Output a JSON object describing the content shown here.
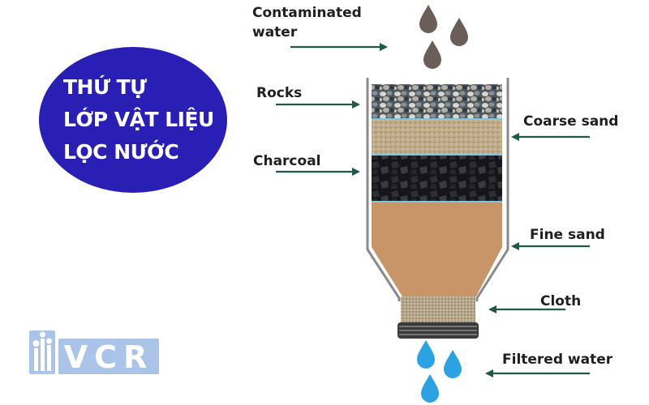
{
  "title": {
    "lines": [
      "THỨ TỰ",
      "LỚP VẬT LIỆU",
      "LỌC NƯỚC"
    ],
    "color": "#2a1fb5"
  },
  "labels": {
    "contaminated_water": [
      "Contaminated",
      "water"
    ],
    "rocks": "Rocks",
    "coarse_sand": "Coarse sand",
    "charcoal": "Charcoal",
    "fine_sand": "Fine sand",
    "cloth": "Cloth",
    "filtered_water": "Filtered water"
  },
  "logo": {
    "text": "VCR",
    "color": "#a9c4e8"
  },
  "colors": {
    "arrow": "#1f5a45",
    "contaminated_drop": "#6b5e58",
    "filtered_drop": "#2ba3e3",
    "rocks": "#5f6b74",
    "coarse_sand": "#c2ad8b",
    "charcoal": "#1a1a1e",
    "fine_sand": "#c79568",
    "cloth": "#b5a58a",
    "separator": "#7ac8e0"
  }
}
